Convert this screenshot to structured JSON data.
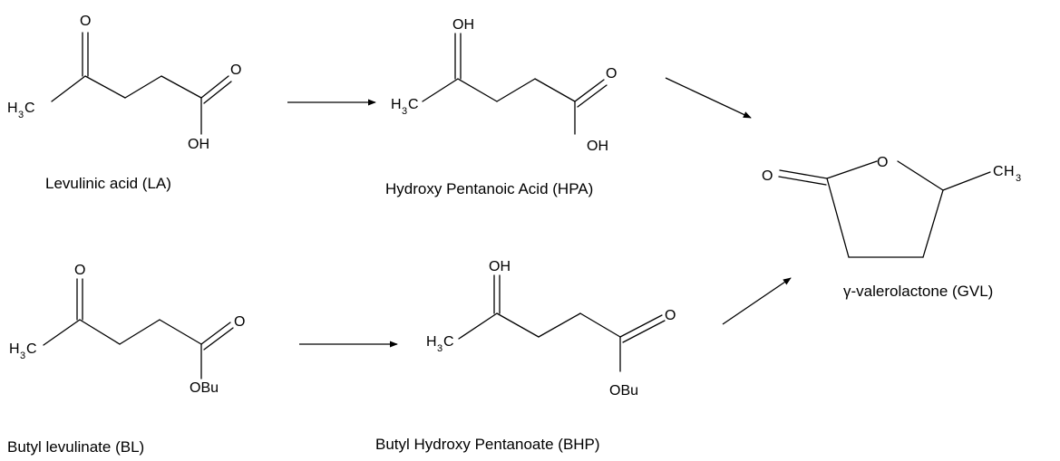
{
  "atoms": {
    "O": "O",
    "OH": "OH",
    "OBu": "OBu",
    "H": "H",
    "C": "C",
    "H3_sub": "3"
  },
  "compounds": {
    "la": {
      "name": "Levulinic acid (LA)"
    },
    "hpa": {
      "name": "Hydroxy Pentanoic Acid (HPA)"
    },
    "gvl": {
      "name": "γ-valerolactone (GVL)"
    },
    "bl": {
      "name": "Butyl levulinate (BL)"
    },
    "bhp": {
      "name": "Butyl Hydroxy Pentanoate (BHP)"
    }
  }
}
